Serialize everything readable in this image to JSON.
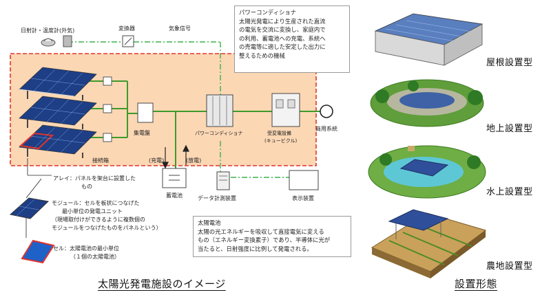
{
  "top_labels": {
    "sensors": "日射計・温度計(外気)",
    "converter": "変換器",
    "weather": "気象信号"
  },
  "power_conditioner_box": {
    "title": "パワーコンディショナ",
    "lines": [
      "太陽光発電により生産された直流",
      "の電気を交流に変換し、家庭内で",
      "の利用、蓄電池への充電、系統へ",
      "の売電等に適した安定した出力に",
      "整えるための機械"
    ]
  },
  "diagram_labels": {
    "junction_box": "接続箱",
    "collector_panel": "集電盤",
    "power_conditioner": "パワーコンディショナ",
    "substation_line1": "受変電設備",
    "substation_line2": "(キュービクル)",
    "grid": "商用系統",
    "charge": "(充電)",
    "discharge": "(放電)",
    "battery": "蓄電池",
    "data_logger": "データ計測装置",
    "display": "表示装置"
  },
  "legend": {
    "array": [
      "アレイ：パネルを架台に設置した",
      "もの"
    ],
    "module": [
      "モジュール：セルを板状につなげた",
      "最小単位の発電ユニット",
      "（現場取付けができるように複数個の",
      "モジュールをつなげたものをパネルという）"
    ],
    "cell": [
      "セル：太陽電池の最小単位",
      "（１個の太陽電池）"
    ]
  },
  "solar_cell_box": {
    "title": "太陽電池",
    "lines": [
      "太陽の光エネルギーを吸収して直接電気に変える",
      "もの（エネルギー変換素子）であり、半導体に光が",
      "当たると、日射強度に比例して発電される。"
    ]
  },
  "install_types": [
    "屋根設置型",
    "地上設置型",
    "水上設置型",
    "農地設置型"
  ],
  "captions": {
    "left": "太陽光発電施設のイメージ",
    "right": "設置形態"
  }
}
